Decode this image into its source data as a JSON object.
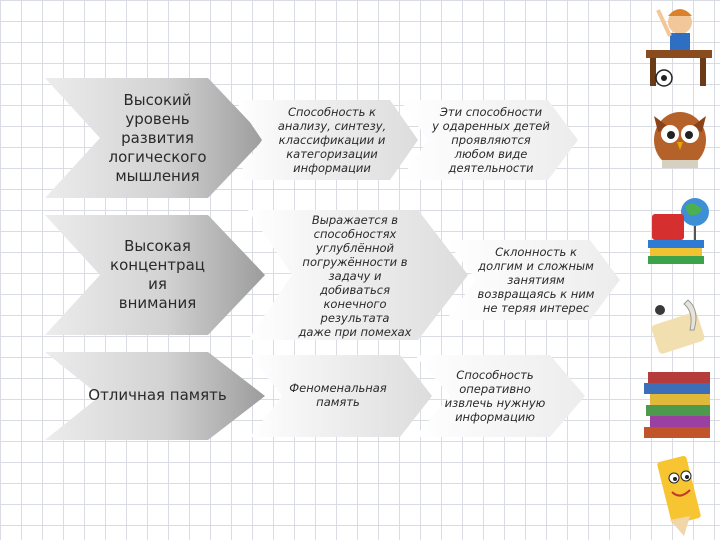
{
  "rows": [
    {
      "lead": "Высокий\nуровень\nразвития\nлогического\nмышления",
      "second": "Способность к\nанализу, синтезу,\nклассификации и\nкатегоризации\nинформации",
      "third": "Эти способности\nу одаренных детей\nпроявляются\nлюбом виде\nдеятельности"
    },
    {
      "lead": "Высокая\nконцентрац\nия\nвнимания",
      "second": "Выражается в\nспособностях\nуглублённой\nпогружённости в\nзадачу и\nдобиваться\nконечного\nрезультата\nдаже при помехах",
      "third": "Склонность к\nдолгим и сложным\nзанятиям\nвозвращаясь к ним\nне теряя интерес"
    },
    {
      "lead": "Отличная память",
      "second": "Феноменальная\nпамять",
      "third": "Способность\nоперативно\nизвлечь нужную\nинформацию"
    }
  ],
  "sidebar_icons": [
    "schoolboy-icon",
    "owl-icon",
    "globe-books-icon",
    "scroll-quill-icon",
    "book-stack-icon",
    "pencil-character-icon"
  ]
}
